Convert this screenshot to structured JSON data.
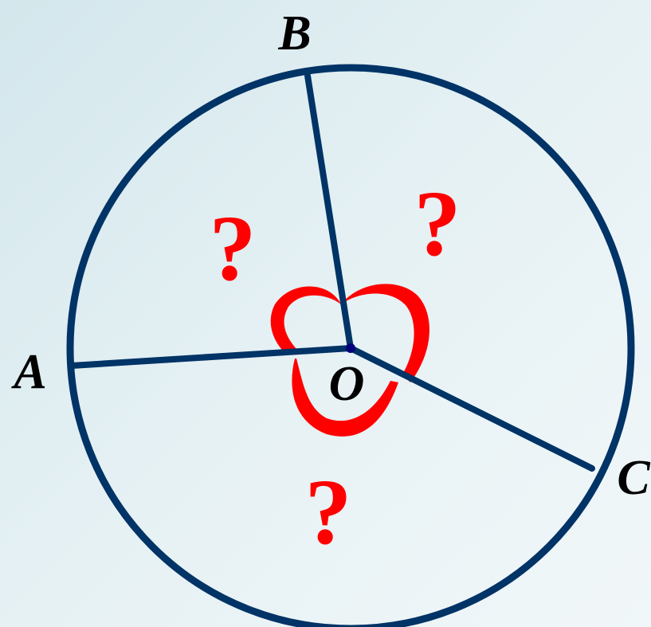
{
  "colors": {
    "circle": "#003366",
    "accent": "#ff0000",
    "label": "#000000"
  },
  "labels": {
    "a": "A",
    "b": "B",
    "c": "C",
    "o": "O"
  },
  "question_marks": [
    "?",
    "?",
    "?"
  ]
}
